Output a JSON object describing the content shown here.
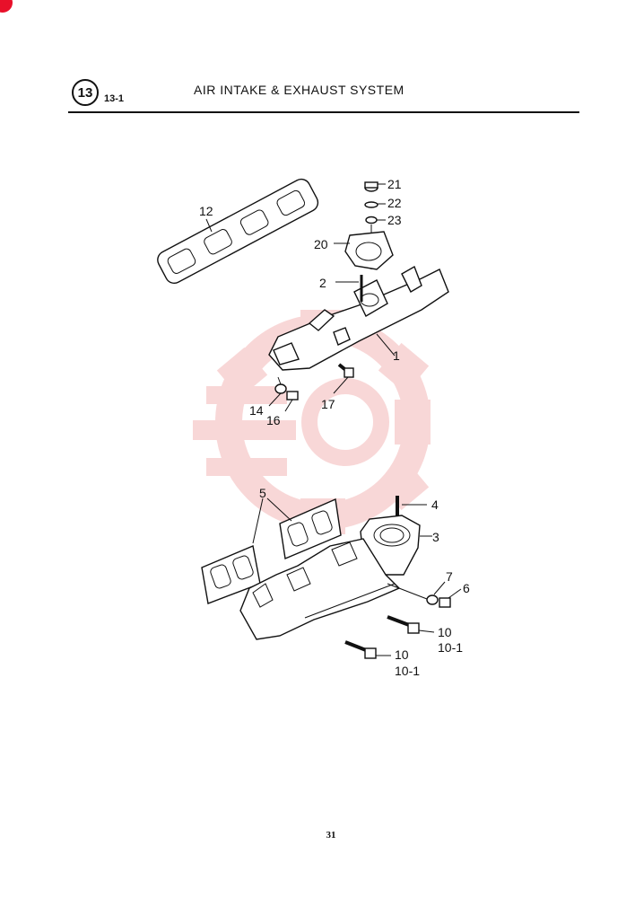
{
  "header": {
    "section_number": "13",
    "section_code": "13-1",
    "title": "AIR INTAKE & EXHAUST SYSTEM"
  },
  "callouts": {
    "c1": "1",
    "c2": "2",
    "c3": "3",
    "c4": "4",
    "c5": "5",
    "c6": "6",
    "c7": "7",
    "c10a": "10",
    "c10_1a": "10-1",
    "c10b": "10",
    "c10_1b": "10-1",
    "c12": "12",
    "c14": "14",
    "c16": "16",
    "c17": "17",
    "c20": "20",
    "c21": "21",
    "c22": "22",
    "c23": "23"
  },
  "footer": {
    "page_number": "31"
  },
  "colors": {
    "watermark": "#f4b8b8",
    "ink": "#111111",
    "badge": "#e8102a"
  }
}
